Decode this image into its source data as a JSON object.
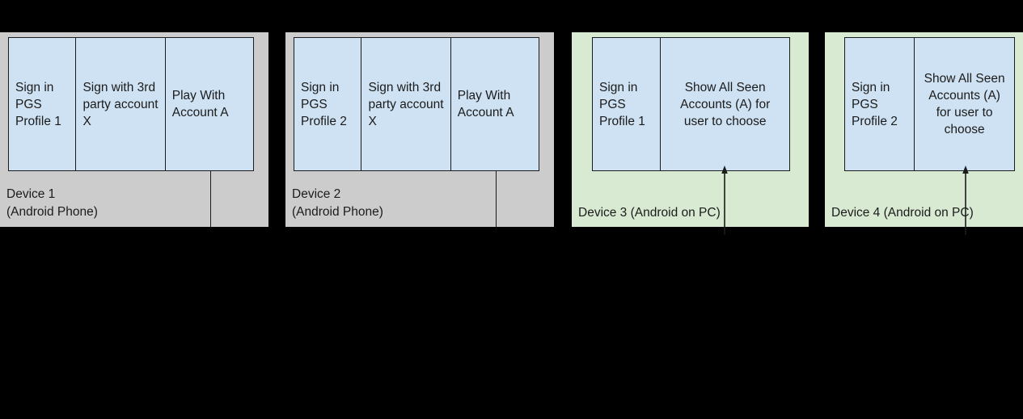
{
  "diagram": {
    "background_color": "#000000",
    "box_fill": "#cfe2f3",
    "phone_panel_color": "#cccccc",
    "pc_panel_color": "#d9ead3",
    "stroke_color": "#1b1b1b"
  },
  "devices": [
    {
      "id": "device-1",
      "label": "Device 1\n(Android Phone)",
      "panel_kind": "android-phone",
      "steps": [
        {
          "text": "Sign in PGS Profile 1",
          "align": "left"
        },
        {
          "text": "Sign with 3rd party account X",
          "align": "left"
        },
        {
          "text": "Play With Account A",
          "align": "left"
        }
      ],
      "has_arrow": false
    },
    {
      "id": "device-2",
      "label": "Device 2\n(Android Phone)",
      "panel_kind": "android-phone",
      "steps": [
        {
          "text": "Sign in PGS Profile 2",
          "align": "left"
        },
        {
          "text": "Sign with 3rd party account X",
          "align": "left"
        },
        {
          "text": "Play With Account A",
          "align": "left"
        }
      ],
      "has_arrow": false
    },
    {
      "id": "device-3",
      "label": "Device 3 (Android on PC)",
      "panel_kind": "android-on-pc",
      "steps": [
        {
          "text": "Sign in PGS Profile 1",
          "align": "left"
        },
        {
          "text": "Show All Seen Accounts (A) for user to choose",
          "align": "center"
        }
      ],
      "has_arrow": true
    },
    {
      "id": "device-4",
      "label": "Device 4 (Android on PC)",
      "panel_kind": "android-on-pc",
      "steps": [
        {
          "text": "Sign in PGS Profile 2",
          "align": "left"
        },
        {
          "text": "Show All Seen Accounts (A) for user to choose",
          "align": "center"
        }
      ],
      "has_arrow": true
    }
  ]
}
